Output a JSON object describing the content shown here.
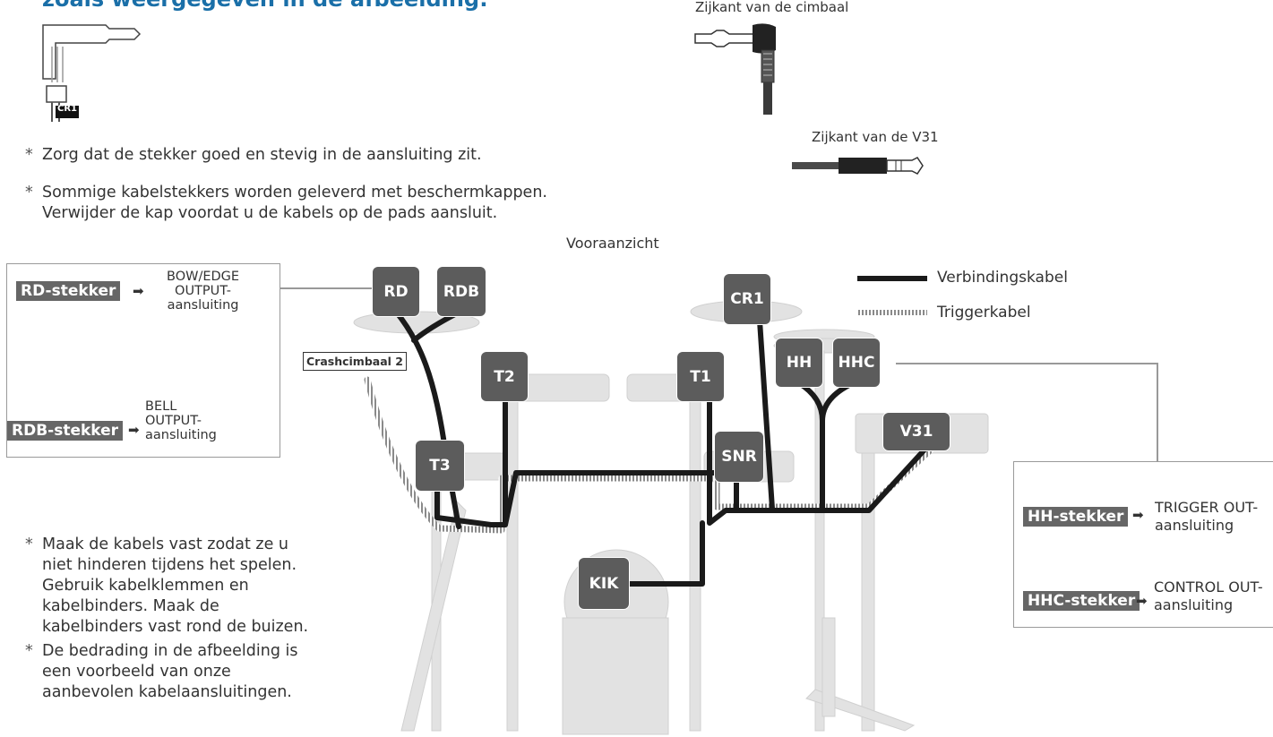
{
  "heading": "zoals weergegeven in de afbeelding:",
  "plug_tag": "CR1",
  "cymbal_side": "Zijkant van de cimbaal",
  "v31_side": "Zijkant van de V31",
  "notes_top": [
    "Zorg dat de stekker goed en stevig in de aansluiting zit.",
    "Sommige kabelstekkers worden geleverd met beschermkappen. Verwijder de kap voordat u de kabels op de pads aansluit."
  ],
  "notes_bottom": [
    "Maak de kabels vast zodat ze u niet hinderen tijdens het spelen. Gebruik kabelklemmen en kabelbinders. Maak de kabelbinders vast rond de buizen.",
    "De bedrading in de afbeelding is een voorbeeld van onze aanbevolen kabelaansluitingen."
  ],
  "view_title": "Vooraanzicht",
  "legend": {
    "connection": "Verbindingskabel",
    "trigger": "Triggerkabel"
  },
  "crash2": "Crashcimbaal 2",
  "pads": {
    "rd": "RD",
    "rdb": "RDB",
    "cr1": "CR1",
    "t2": "T2",
    "t1": "T1",
    "hh": "HH",
    "hhc": "HHC",
    "v31": "V31",
    "t3": "T3",
    "snr": "SNR",
    "kik": "KIK"
  },
  "rd_box": {
    "rd_plug": "RD-stekker",
    "rd_out": "BOW/EDGE\nOUTPUT-\naansluiting",
    "rdb_plug": "RDB-stekker",
    "rdb_out": "BELL\nOUTPUT-\naansluiting"
  },
  "hh_box": {
    "hh_plug": "HH-stekker",
    "hh_out": "TRIGGER OUT-\naansluiting",
    "hhc_plug": "HHC-stekker",
    "hhc_out": "CONTROL OUT-\naansluiting"
  },
  "colors": {
    "heading": "#1a6fa8",
    "pad": "#5c5c5c",
    "cable": "#1a1a1a",
    "kit_ghost": "#dedede"
  }
}
